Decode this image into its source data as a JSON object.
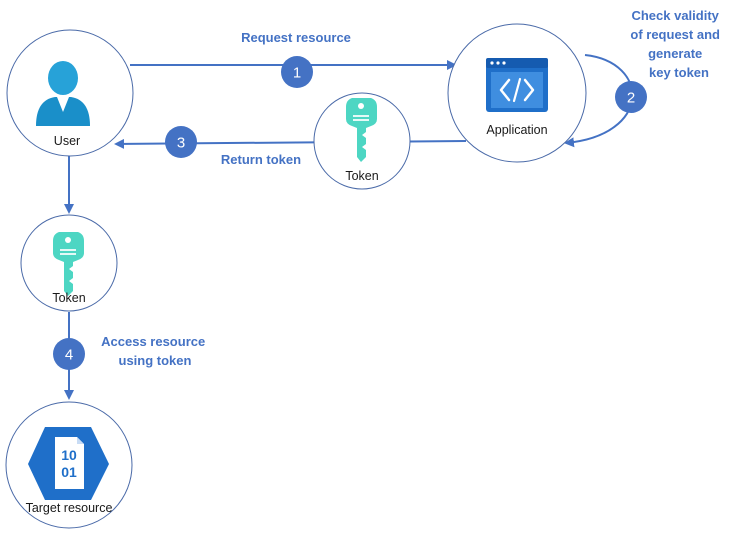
{
  "colors": {
    "arrow": "#4472c4",
    "circle_stroke": "#4a6aa8",
    "badge_fill": "#4472c4",
    "label_blue": "#4472c4",
    "user_icon": "#27a2d8",
    "key_icon": "#4dd6c3",
    "app_icon": "#1f6fc9",
    "resource_icon": "#1f6fc9"
  },
  "nodes": {
    "user": {
      "label": "User",
      "icon": "user-icon"
    },
    "application": {
      "label": "Application",
      "icon": "application-icon"
    },
    "token_return": {
      "label": "Token",
      "icon": "key-icon"
    },
    "token_user": {
      "label": "Token",
      "icon": "key-icon"
    },
    "target": {
      "label": "Target resource",
      "icon": "binary-file-icon",
      "bits_top": "10",
      "bits_bottom": "01"
    }
  },
  "steps": [
    {
      "number": "1",
      "lines": [
        "Request resource"
      ]
    },
    {
      "number": "2",
      "lines": [
        "Check validity",
        "of request and",
        "generate",
        "key token"
      ]
    },
    {
      "number": "3",
      "lines": [
        "Return token"
      ]
    },
    {
      "number": "4",
      "lines": [
        "Access resource",
        "using token"
      ]
    }
  ]
}
